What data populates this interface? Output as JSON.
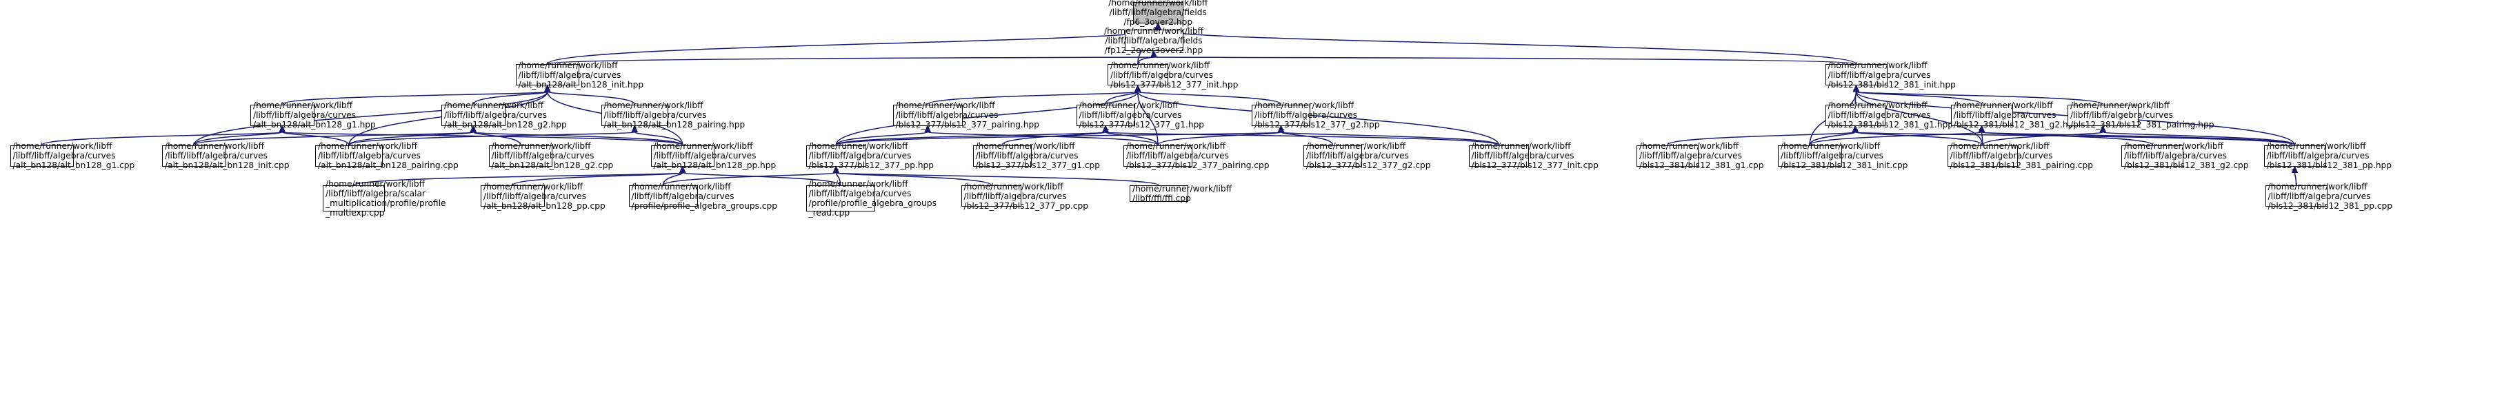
{
  "nodes": [
    {
      "id": "root",
      "lines": [
        "/home/runner/work/libff",
        "/libff/libff/algebra/fields",
        "/fp6_3over2.hpp"
      ],
      "root": true
    },
    {
      "id": "fp12",
      "lines": [
        "/home/runner/work/libff",
        "/libff/libff/algebra/fields",
        "/fp12_2over3over2.hpp"
      ]
    },
    {
      "id": "alt_init",
      "lines": [
        "/home/runner/work/libff",
        "/libff/libff/algebra/curves",
        "/alt_bn128/alt_bn128_init.hpp"
      ]
    },
    {
      "id": "bls377_init",
      "lines": [
        "/home/runner/work/libff",
        "/libff/libff/algebra/curves",
        "/bls12_377/bls12_377_init.hpp"
      ]
    },
    {
      "id": "bls381_init",
      "lines": [
        "/home/runner/work/libff",
        "/libff/libff/algebra/curves",
        "/bls12_381/bls12_381_init.hpp"
      ]
    },
    {
      "id": "alt_g1",
      "lines": [
        "/home/runner/work/libff",
        "/libff/libff/algebra/curves",
        "/alt_bn128/alt_bn128_g1.hpp"
      ]
    },
    {
      "id": "alt_g2",
      "lines": [
        "/home/runner/work/libff",
        "/libff/libff/algebra/curves",
        "/alt_bn128/alt_bn128_g2.hpp"
      ]
    },
    {
      "id": "alt_pairing_hpp",
      "lines": [
        "/home/runner/work/libff",
        "/libff/libff/algebra/curves",
        "/alt_bn128/alt_bn128_pairing.hpp"
      ]
    },
    {
      "id": "bls377_pairing_hpp",
      "lines": [
        "/home/runner/work/libff",
        "/libff/libff/algebra/curves",
        "/bls12_377/bls12_377_pairing.hpp"
      ]
    },
    {
      "id": "bls377_g1",
      "lines": [
        "/home/runner/work/libff",
        "/libff/libff/algebra/curves",
        "/bls12_377/bls12_377_g1.hpp"
      ]
    },
    {
      "id": "bls377_g2",
      "lines": [
        "/home/runner/work/libff",
        "/libff/libff/algebra/curves",
        "/bls12_377/bls12_377_g2.hpp"
      ]
    },
    {
      "id": "bls381_g1",
      "lines": [
        "/home/runner/work/libff",
        "/libff/libff/algebra/curves",
        "/bls12_381/bls12_381_g1.hpp"
      ]
    },
    {
      "id": "bls381_g2",
      "lines": [
        "/home/runner/work/libff",
        "/libff/libff/algebra/curves",
        "/bls12_381/bls12_381_g2.hpp"
      ]
    },
    {
      "id": "bls381_pairing_hpp",
      "lines": [
        "/home/runner/work/libff",
        "/libff/libff/algebra/curves",
        "/bls12_381/bls12_381_pairing.hpp"
      ]
    },
    {
      "id": "alt_g1_cpp",
      "lines": [
        "/home/runner/work/libff",
        "/libff/libff/algebra/curves",
        "/alt_bn128/alt_bn128_g1.cpp"
      ]
    },
    {
      "id": "alt_init_cpp",
      "lines": [
        "/home/runner/work/libff",
        "/libff/libff/algebra/curves",
        "/alt_bn128/alt_bn128_init.cpp"
      ]
    },
    {
      "id": "alt_pairing_cpp",
      "lines": [
        "/home/runner/work/libff",
        "/libff/libff/algebra/curves",
        "/alt_bn128/alt_bn128_pairing.cpp"
      ]
    },
    {
      "id": "alt_g2_cpp",
      "lines": [
        "/home/runner/work/libff",
        "/libff/libff/algebra/curves",
        "/alt_bn128/alt_bn128_g2.cpp"
      ]
    },
    {
      "id": "alt_pp_hpp",
      "lines": [
        "/home/runner/work/libff",
        "/libff/libff/algebra/curves",
        "/alt_bn128/alt_bn128_pp.hpp"
      ]
    },
    {
      "id": "bls377_pp_hpp",
      "lines": [
        "/home/runner/work/libff",
        "/libff/libff/algebra/curves",
        "/bls12_377/bls12_377_pp.hpp"
      ]
    },
    {
      "id": "bls377_g1_cpp",
      "lines": [
        "/home/runner/work/libff",
        "/libff/libff/algebra/curves",
        "/bls12_377/bls12_377_g1.cpp"
      ]
    },
    {
      "id": "bls377_pairing_cpp",
      "lines": [
        "/home/runner/work/libff",
        "/libff/libff/algebra/curves",
        "/bls12_377/bls12_377_pairing.cpp"
      ]
    },
    {
      "id": "bls377_g2_cpp",
      "lines": [
        "/home/runner/work/libff",
        "/libff/libff/algebra/curves",
        "/bls12_377/bls12_377_g2.cpp"
      ]
    },
    {
      "id": "bls377_init_cpp",
      "lines": [
        "/home/runner/work/libff",
        "/libff/libff/algebra/curves",
        "/bls12_377/bls12_377_init.cpp"
      ]
    },
    {
      "id": "bls381_g1_cpp",
      "lines": [
        "/home/runner/work/libff",
        "/libff/libff/algebra/curves",
        "/bls12_381/bls12_381_g1.cpp"
      ]
    },
    {
      "id": "bls381_init_cpp",
      "lines": [
        "/home/runner/work/libff",
        "/libff/libff/algebra/curves",
        "/bls12_381/bls12_381_init.cpp"
      ]
    },
    {
      "id": "bls381_pairing_cpp",
      "lines": [
        "/home/runner/work/libff",
        "/libff/libff/algebra/curves",
        "/bls12_381/bls12_381_pairing.cpp"
      ]
    },
    {
      "id": "bls381_g2_cpp",
      "lines": [
        "/home/runner/work/libff",
        "/libff/libff/algebra/curves",
        "/bls12_381/bls12_381_g2.cpp"
      ]
    },
    {
      "id": "bls381_pp_hpp",
      "lines": [
        "/home/runner/work/libff",
        "/libff/libff/algebra/curves",
        "/bls12_381/bls12_381_pp.hpp"
      ]
    },
    {
      "id": "multiexp_cpp",
      "lines": [
        "/home/runner/work/libff",
        "/libff/libff/algebra/scalar",
        "_multiplication/profile/profile",
        "_multiexp.cpp"
      ]
    },
    {
      "id": "alt_pp_cpp",
      "lines": [
        "/home/runner/work/libff",
        "/libff/libff/algebra/curves",
        "/alt_bn128/alt_bn128_pp.cpp"
      ]
    },
    {
      "id": "profile_groups_cpp",
      "lines": [
        "/home/runner/work/libff",
        "/libff/libff/algebra/curves",
        "/profile/profile_algebra_groups.cpp"
      ]
    },
    {
      "id": "profile_groups_read_cpp",
      "lines": [
        "/home/runner/work/libff",
        "/libff/libff/algebra/curves",
        "/profile/profile_algebra_groups",
        "_read.cpp"
      ]
    },
    {
      "id": "bls377_pp_cpp",
      "lines": [
        "/home/runner/work/libff",
        "/libff/libff/algebra/curves",
        "/bls12_377/bls12_377_pp.cpp"
      ]
    },
    {
      "id": "ffi_cpp",
      "lines": [
        "/home/runner/work/libff",
        "/libff/ffi/ffi.cpp"
      ]
    },
    {
      "id": "bls381_pp_cpp",
      "lines": [
        "/home/runner/work/libff",
        "/libff/libff/algebra/curves",
        "/bls12_381/bls12_381_pp.cpp"
      ]
    }
  ],
  "edges": [
    [
      "root",
      "fp12"
    ],
    [
      "root",
      "alt_init"
    ],
    [
      "root",
      "bls377_init"
    ],
    [
      "root",
      "bls381_init"
    ],
    [
      "fp12",
      "alt_init"
    ],
    [
      "fp12",
      "bls377_init"
    ],
    [
      "fp12",
      "bls381_init"
    ],
    [
      "alt_init",
      "alt_g1"
    ],
    [
      "alt_init",
      "alt_g2"
    ],
    [
      "alt_init",
      "alt_pairing_hpp"
    ],
    [
      "alt_init",
      "alt_init_cpp"
    ],
    [
      "alt_init",
      "alt_pairing_cpp"
    ],
    [
      "alt_init",
      "alt_pp_hpp"
    ],
    [
      "alt_g1",
      "alt_g1_cpp"
    ],
    [
      "alt_g1",
      "alt_init_cpp"
    ],
    [
      "alt_g1",
      "alt_pairing_cpp"
    ],
    [
      "alt_g1",
      "alt_pp_hpp"
    ],
    [
      "alt_g2",
      "alt_init_cpp"
    ],
    [
      "alt_g2",
      "alt_pairing_cpp"
    ],
    [
      "alt_g2",
      "alt_g2_cpp"
    ],
    [
      "alt_g2",
      "alt_pp_hpp"
    ],
    [
      "alt_pairing_hpp",
      "alt_pairing_cpp"
    ],
    [
      "alt_pairing_hpp",
      "alt_pp_hpp"
    ],
    [
      "alt_pp_hpp",
      "multiexp_cpp"
    ],
    [
      "alt_pp_hpp",
      "alt_pp_cpp"
    ],
    [
      "alt_pp_hpp",
      "profile_groups_cpp"
    ],
    [
      "alt_pp_hpp",
      "profile_groups_read_cpp"
    ],
    [
      "bls377_init",
      "bls377_pairing_hpp"
    ],
    [
      "bls377_init",
      "bls377_g1"
    ],
    [
      "bls377_init",
      "bls377_g2"
    ],
    [
      "bls377_init",
      "bls377_pp_hpp"
    ],
    [
      "bls377_init",
      "bls377_pairing_cpp"
    ],
    [
      "bls377_init",
      "bls377_init_cpp"
    ],
    [
      "bls377_pairing_hpp",
      "bls377_pp_hpp"
    ],
    [
      "bls377_pairing_hpp",
      "bls377_pairing_cpp"
    ],
    [
      "bls377_g1",
      "bls377_pp_hpp"
    ],
    [
      "bls377_g1",
      "bls377_g1_cpp"
    ],
    [
      "bls377_g1",
      "bls377_pairing_cpp"
    ],
    [
      "bls377_g1",
      "bls377_init_cpp"
    ],
    [
      "bls377_g2",
      "bls377_pp_hpp"
    ],
    [
      "bls377_g2",
      "bls377_pairing_cpp"
    ],
    [
      "bls377_g2",
      "bls377_g2_cpp"
    ],
    [
      "bls377_g2",
      "bls377_init_cpp"
    ],
    [
      "bls377_pp_hpp",
      "profile_groups_cpp"
    ],
    [
      "bls377_pp_hpp",
      "profile_groups_read_cpp"
    ],
    [
      "bls377_pp_hpp",
      "bls377_pp_cpp"
    ],
    [
      "bls377_pp_hpp",
      "ffi_cpp"
    ],
    [
      "bls381_init",
      "bls381_g1"
    ],
    [
      "bls381_init",
      "bls381_g2"
    ],
    [
      "bls381_init",
      "bls381_pairing_hpp"
    ],
    [
      "bls381_init",
      "bls381_init_cpp"
    ],
    [
      "bls381_init",
      "bls381_pairing_cpp"
    ],
    [
      "bls381_init",
      "bls381_pp_hpp"
    ],
    [
      "bls381_g1",
      "bls381_g1_cpp"
    ],
    [
      "bls381_g1",
      "bls381_init_cpp"
    ],
    [
      "bls381_g1",
      "bls381_pairing_cpp"
    ],
    [
      "bls381_g1",
      "bls381_pp_hpp"
    ],
    [
      "bls381_g2",
      "bls381_init_cpp"
    ],
    [
      "bls381_g2",
      "bls381_pairing_cpp"
    ],
    [
      "bls381_g2",
      "bls381_g2_cpp"
    ],
    [
      "bls381_g2",
      "bls381_pp_hpp"
    ],
    [
      "bls381_pairing_hpp",
      "bls381_pairing_cpp"
    ],
    [
      "bls381_pairing_hpp",
      "bls381_pp_hpp"
    ],
    [
      "bls381_pp_hpp",
      "bls381_pp_cpp"
    ]
  ]
}
